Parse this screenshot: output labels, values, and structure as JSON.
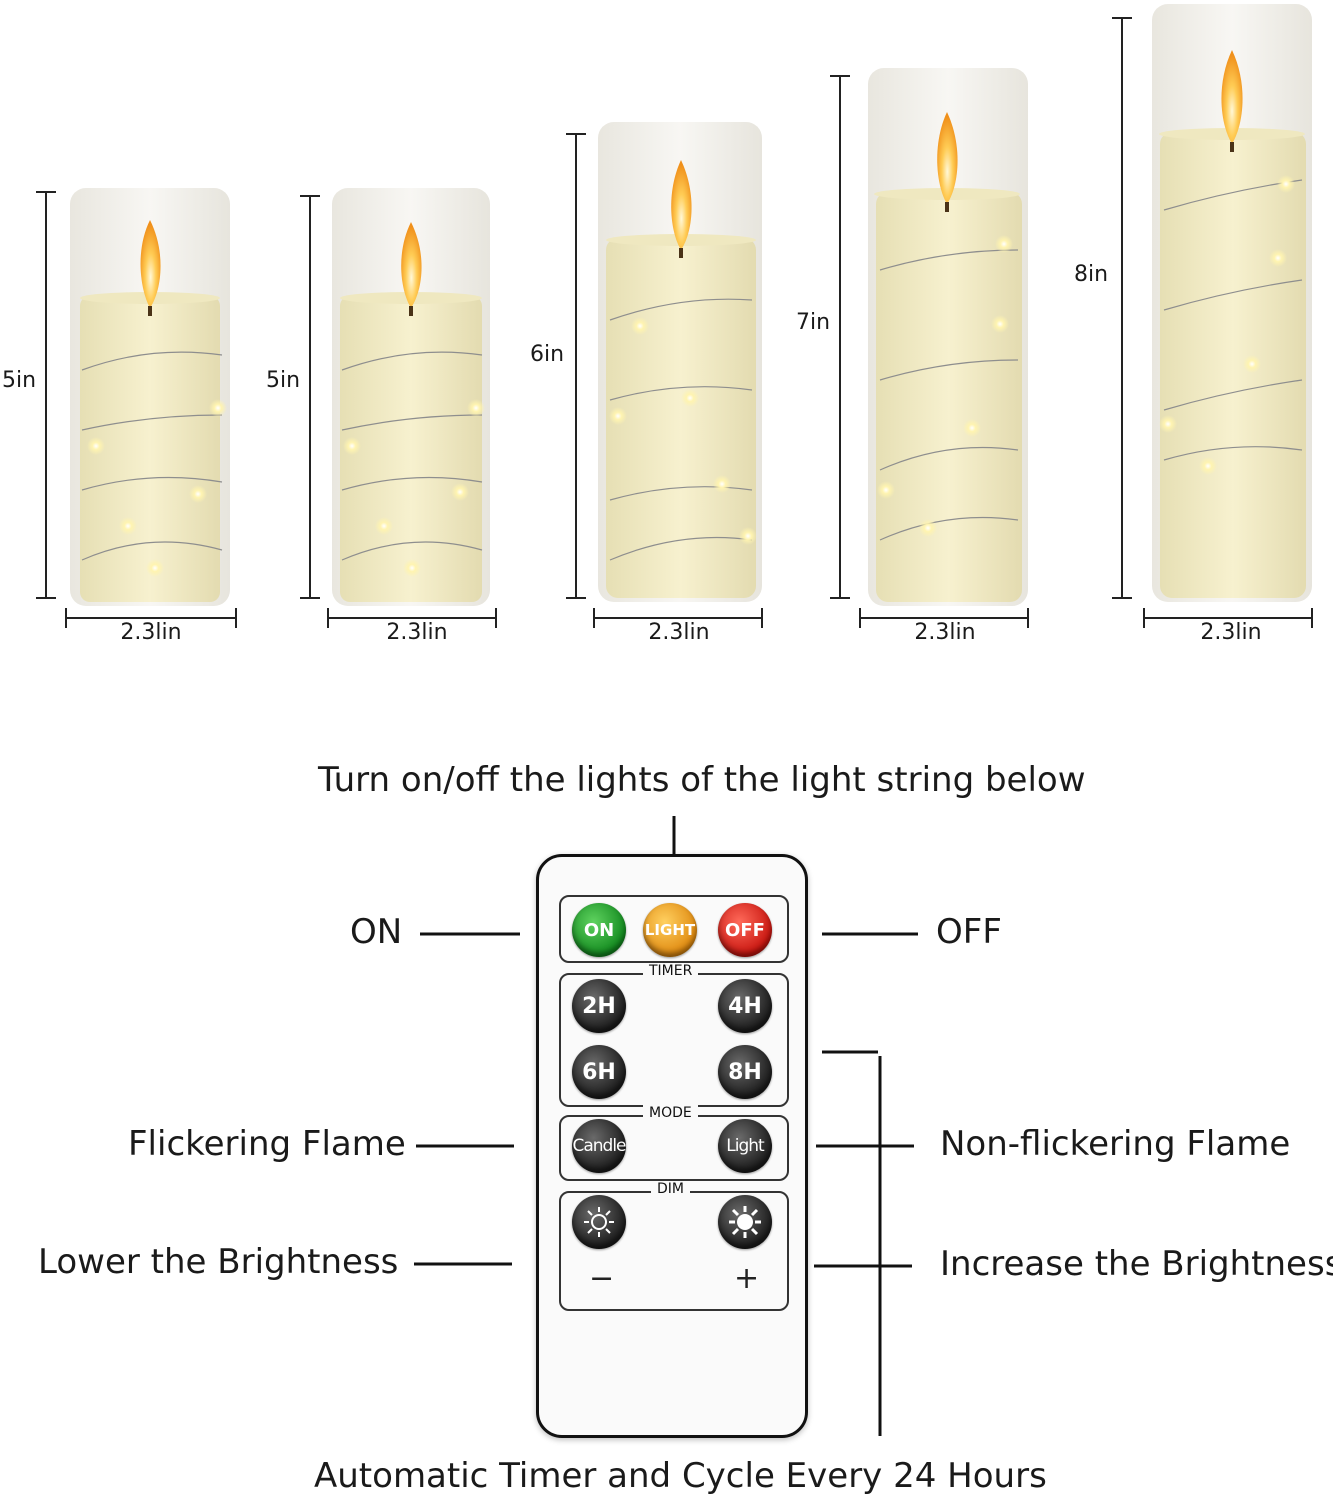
{
  "candles": [
    {
      "height_label": "5in",
      "width_label": "2.3lin"
    },
    {
      "height_label": "5in",
      "width_label": "2.3lin"
    },
    {
      "height_label": "6in",
      "width_label": "2.3lin"
    },
    {
      "height_label": "7in",
      "width_label": "2.3lin"
    },
    {
      "height_label": "8in",
      "width_label": "2.3lin"
    }
  ],
  "callouts": {
    "top": "Turn on/off the lights of the light string below",
    "on": "ON",
    "off": "OFF",
    "flickering": "Flickering Flame",
    "non_flickering": "Non-flickering Flame",
    "lower": "Lower the Brightness",
    "increase": "Increase the Brightness",
    "bottom": "Automatic Timer and Cycle Every 24 Hours"
  },
  "remote": {
    "power_buttons": {
      "on": "ON",
      "light": "LIGHT",
      "off": "OFF"
    },
    "timer": {
      "title": "TIMER",
      "buttons": [
        "2H",
        "4H",
        "6H",
        "8H"
      ]
    },
    "mode": {
      "title": "MODE",
      "candle": "Candle",
      "light": "Light"
    },
    "dim": {
      "title": "DIM",
      "minus": "−",
      "plus": "+"
    }
  },
  "colors": {
    "on": "#1f9a2a",
    "light": "#f0a020",
    "off": "#e0241a",
    "candle_wax": "#f3ecc4",
    "glow": "#fff3b0"
  }
}
